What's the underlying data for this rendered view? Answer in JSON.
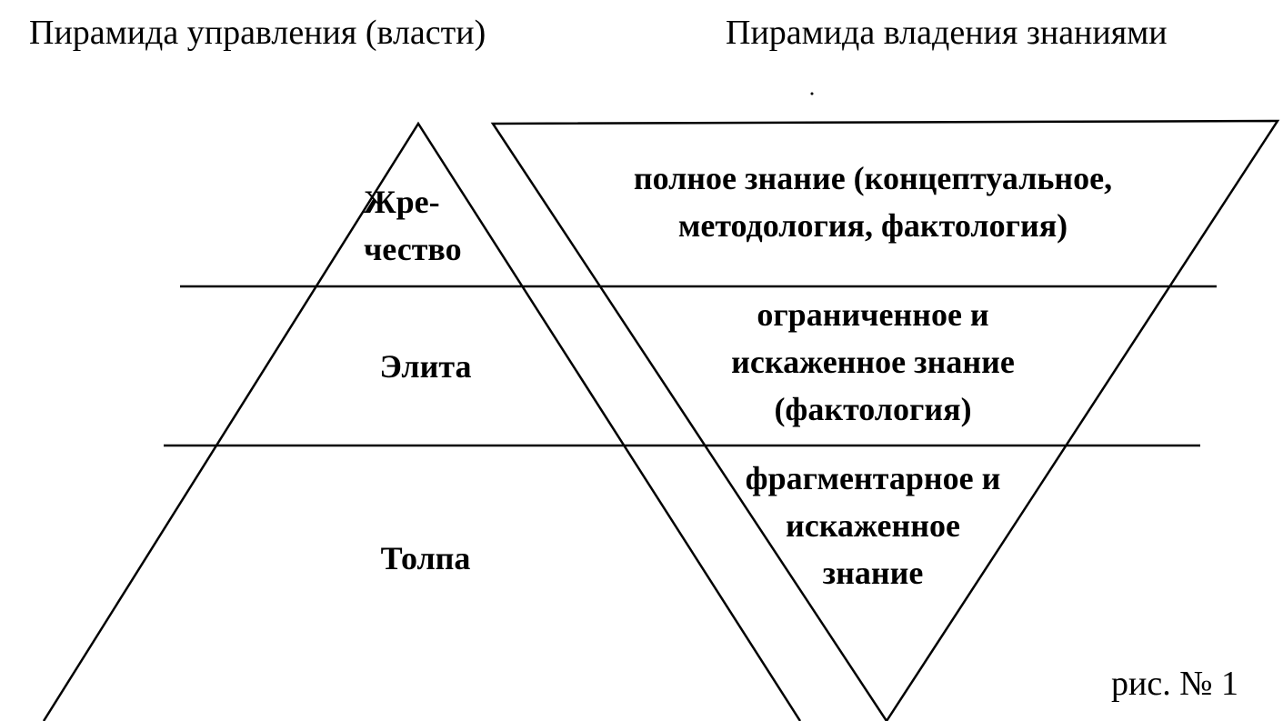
{
  "titles": {
    "left": "Пирамида управления (власти)",
    "right": "Пирамида владения знаниями"
  },
  "power_pyramid": {
    "levels": [
      "Жре-\nчество",
      "Элита",
      "Толпа"
    ]
  },
  "knowledge_pyramid": {
    "levels": [
      "полное знание (концептуальное,\nметодология, фактология)",
      "ограниченное и\nискаженное знание\n(фактология)",
      "фрагментарное и\nискаженное\nзнание"
    ]
  },
  "figure_caption": "рис. № 1"
}
